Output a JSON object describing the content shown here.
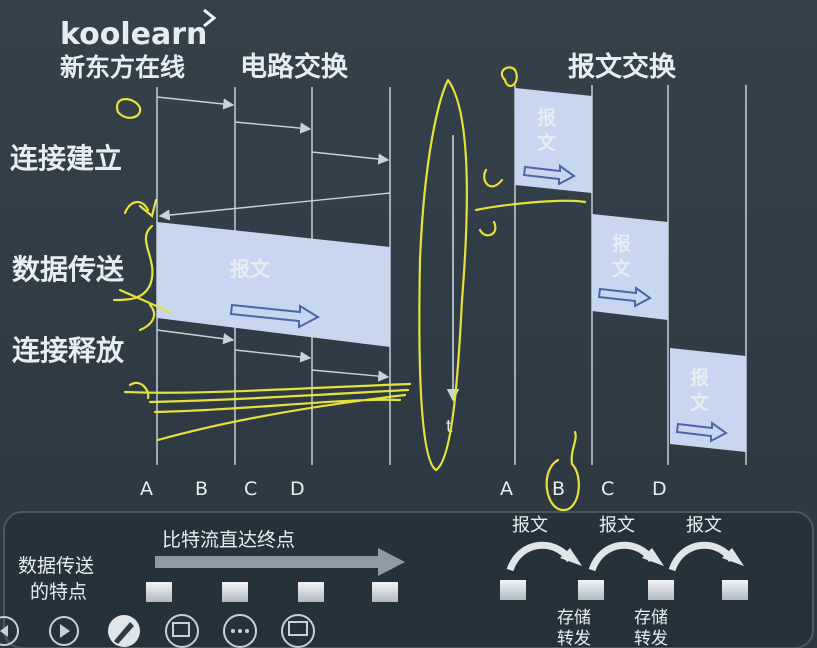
{
  "logo": {
    "brand": "koolearn",
    "subtitle": "新东方在线"
  },
  "titles": {
    "circuit": "电路交换",
    "message": "报文交换"
  },
  "phases": {
    "setup": "连接建立",
    "transfer": "数据传送",
    "release": "连接释放"
  },
  "nodes_circuit": [
    "A",
    "B",
    "C",
    "D"
  ],
  "nodes_message": [
    "A",
    "B",
    "C",
    "D"
  ],
  "time_axis": {
    "label": "t"
  },
  "message_label": "报文",
  "bottom": {
    "label_line1": "数据传送",
    "label_line2": "的特点",
    "circuit_caption": "比特流直达终点",
    "message_caption": "报文",
    "store_forward_line1": "存储",
    "store_forward_line2": "转发"
  },
  "colors": {
    "background": "#2f3b45",
    "grid": "#b9c6cf",
    "packet": "#c9d6ef",
    "arrow": "#4a67a8",
    "annotation": "#e6e23a"
  },
  "controls": [
    {
      "name": "prev-icon"
    },
    {
      "name": "play-icon"
    },
    {
      "name": "pen-icon"
    },
    {
      "name": "whiteboard-icon"
    },
    {
      "name": "more-icon"
    },
    {
      "name": "screen-icon"
    }
  ]
}
